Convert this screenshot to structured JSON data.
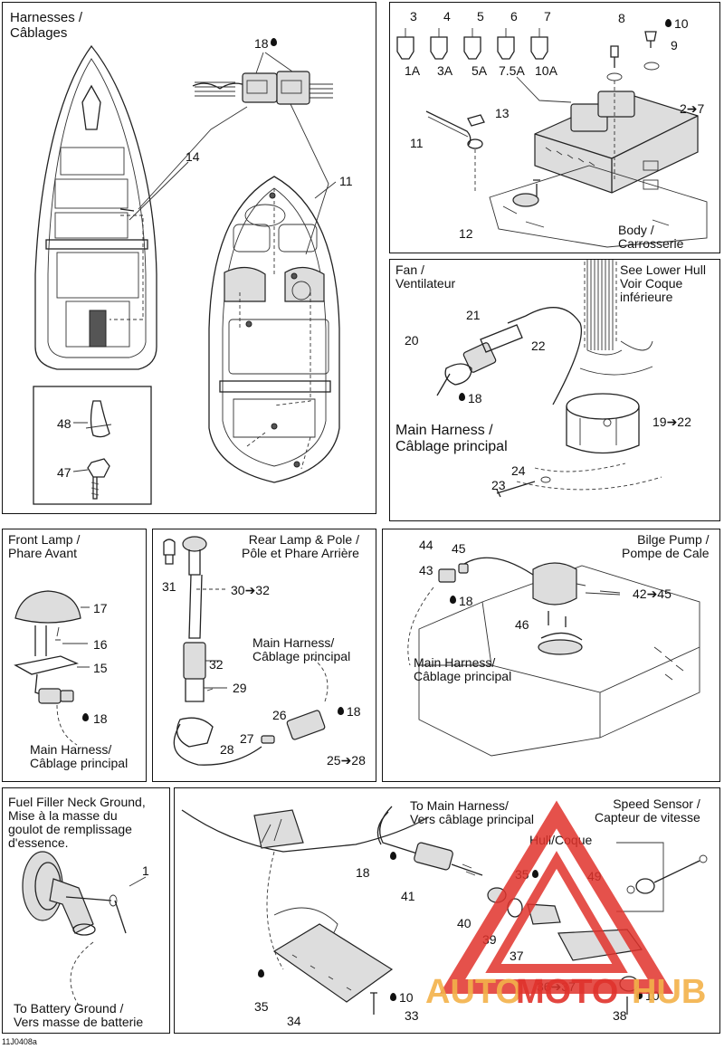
{
  "harnesses": {
    "title": "Harnesses /\nCâblages",
    "callouts": [
      "18",
      "14",
      "11",
      "48",
      "47"
    ]
  },
  "fuse_box": {
    "fuses": [
      {
        "num": "3",
        "rating": "1A"
      },
      {
        "num": "4",
        "rating": "3A"
      },
      {
        "num": "5",
        "rating": "5A"
      },
      {
        "num": "6",
        "rating": "7.5A"
      },
      {
        "num": "7",
        "rating": "10A"
      }
    ],
    "callouts": [
      "8",
      "10",
      "9",
      "13",
      "11",
      "2➔7",
      "12"
    ],
    "body_label": "Body /\nCarrosserie"
  },
  "fan": {
    "title": "Fan /\nVentilateur",
    "see_lower": "See Lower Hull\nVoir Coque\ninférieure",
    "callouts": [
      "21",
      "20",
      "22",
      "18",
      "19➔22",
      "24",
      "23"
    ],
    "main_harness": "Main Harness /\nCâblage principal"
  },
  "front_lamp": {
    "title": "Front Lamp /\nPhare Avant",
    "callouts": [
      "17",
      "16",
      "15",
      "18"
    ],
    "main_harness": "Main Harness/\nCâblage principal"
  },
  "rear_lamp": {
    "title": "Rear Lamp & Pole /\nPôle et Phare Arrière",
    "callouts": [
      "31",
      "30➔32",
      "32",
      "29",
      "18",
      "26",
      "27",
      "28",
      "25➔28"
    ],
    "main_harness": "Main Harness/\nCâblage principal"
  },
  "bilge_pump": {
    "title": "Bilge Pump /\nPompe de Cale",
    "callouts": [
      "44",
      "45",
      "43",
      "18",
      "42➔45",
      "46"
    ],
    "main_harness": "Main Harness/\nCâblage principal"
  },
  "fuel_filler": {
    "title": "Fuel Filler Neck Ground,\nMise à la masse du\ngoulot de remplissage\nd'essence.",
    "callouts": [
      "1"
    ],
    "battery": "To Battery Ground /\nVers masse de batterie"
  },
  "speed_sensor": {
    "to_main": "To Main Harness/\nVers câblage principal",
    "title": "Speed Sensor /\nCapteur de vitesse",
    "hull": "Hull/Coque",
    "callouts": [
      "18",
      "41",
      "40",
      "39",
      "35",
      "37",
      "36➔37",
      "49",
      "10",
      "38",
      "35",
      "34",
      "10",
      "33"
    ]
  },
  "footer_code": "11J0408a",
  "watermark": {
    "text_auto": "AUTO",
    "text_moto": "MOTO",
    "text_hub": "HUB",
    "color": "#e0322c",
    "color_light": "#f3b24a"
  }
}
